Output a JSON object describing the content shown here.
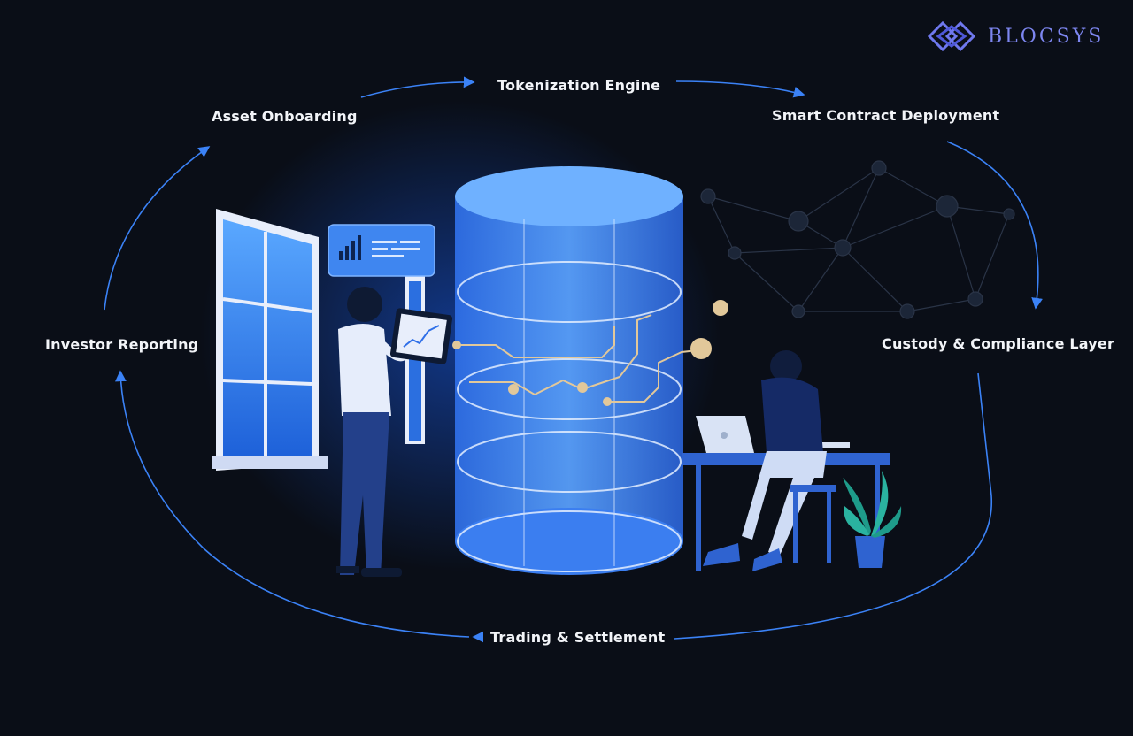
{
  "brand": {
    "name": "BLOCSYS",
    "logo_icon": "interlocking-diamond-logo",
    "color": "#6f78ee"
  },
  "diagram": {
    "stages": [
      {
        "label": "Asset Onboarding"
      },
      {
        "label": "Tokenization Engine"
      },
      {
        "label": "Smart Contract Deployment"
      },
      {
        "label": "Custody & Compliance Layer"
      },
      {
        "label": "Trading & Settlement"
      },
      {
        "label": "Investor Reporting"
      }
    ],
    "flow": "clockwise-cycle",
    "arrow_color": "#3b82f6"
  },
  "colors": {
    "background": "#0a0e17",
    "accent": "#1f6feb",
    "gold": "#e2c89a"
  }
}
